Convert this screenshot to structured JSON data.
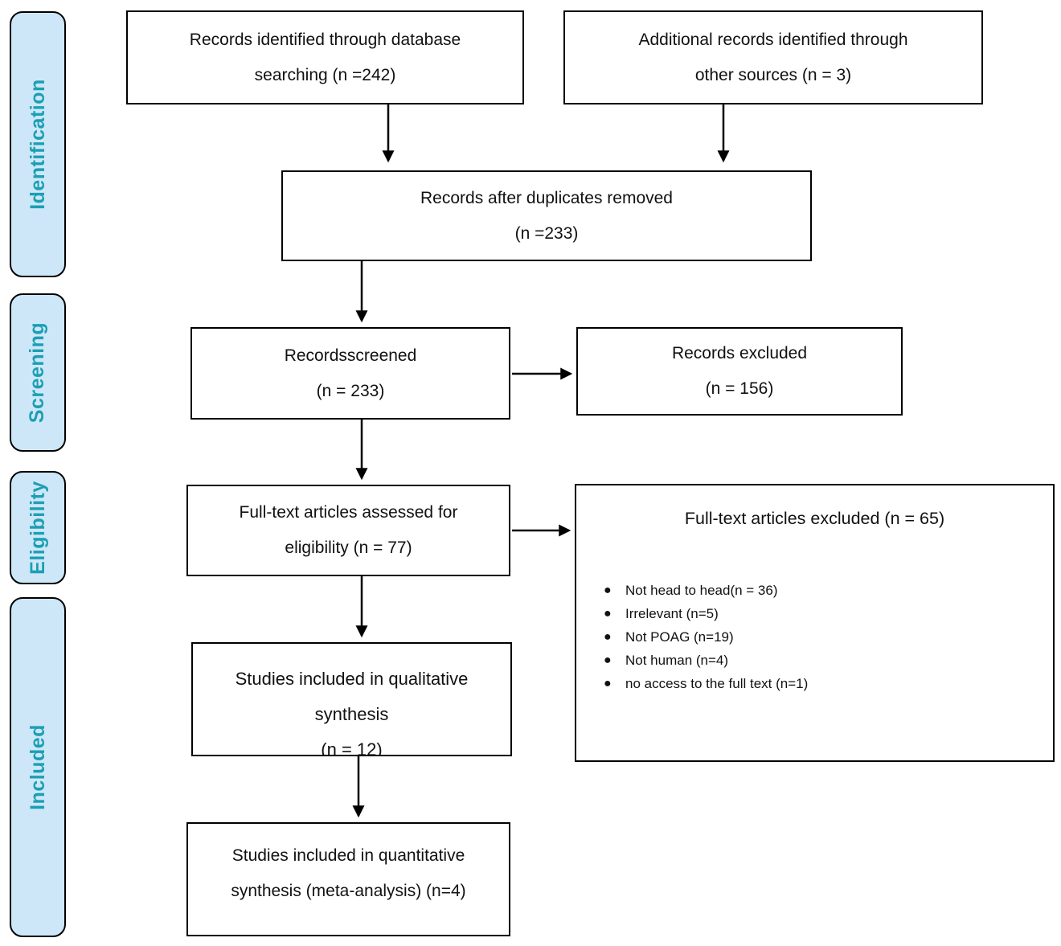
{
  "stages": {
    "identification": "Identification",
    "screening": "Screening",
    "eligibility": "Eligibility",
    "included": "Included"
  },
  "boxes": {
    "identified": {
      "line1": "Records identified through database",
      "line2": "searching (n =242)"
    },
    "additional": {
      "line1": "Additional records identified through",
      "line2": "other sources (n = 3)"
    },
    "deduplicated": {
      "line1": "Records after duplicates removed",
      "line2": "(n =233)"
    },
    "screened": {
      "line1": "Recordsscreened",
      "line2": "(n = 233)"
    },
    "records_excluded": {
      "line1": "Records excluded",
      "line2": "(n = 156)"
    },
    "fulltext_assessed": {
      "line1": "Full-text articles assessed for",
      "line2": "eligibility (n = 77)"
    },
    "fulltext_excluded": {
      "title": "Full-text articles excluded (n = 65)",
      "reasons": [
        "Not head to head(n = 36)",
        "Irrelevant  (n=5)",
        "Not POAG (n=19)",
        "Not human (n=4)",
        "no access to the full text (n=1)"
      ]
    },
    "qualitative": {
      "line1": "Studies included in qualitative",
      "line2": "synthesis",
      "line3": "(n = 12)"
    },
    "quantitative": {
      "line1": "Studies included in quantitative",
      "line2": "synthesis (meta-analysis) (n=4)"
    }
  },
  "colors": {
    "stage_fill": "#cee7f8",
    "stage_text": "#1c9fb3",
    "box_border": "#000000"
  }
}
